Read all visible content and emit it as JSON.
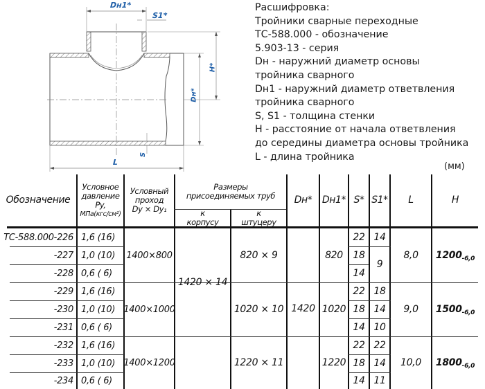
{
  "drawing": {
    "title": "Tee drawing (welded reducing tee)",
    "dimension_labels": {
      "branch_diameter": "Dн1*",
      "branch_wall": "S1*",
      "height": "H*",
      "main_diameter": "Dн*",
      "wall": "S",
      "length": "L"
    },
    "line_color": "#555555",
    "dimension_color": "#1f5fa8"
  },
  "legend": {
    "lines": [
      "Расшифровка:",
      "Тройники сварные переходные",
      "ТС-588.000 - обозначение",
      "5.903-13 - серия",
      "Dн - наружний диаметр основы",
      "тройника сварного",
      "Dн1 - наружний диаметр ответвления",
      "тройника сварного",
      "S, S1 - толщина стенки",
      "H - расстояние от начала ответвления",
      "до середины диаметра основы тройника",
      "L - длина тройника"
    ]
  },
  "units": "(мм)",
  "table": {
    "headers": {
      "designation": "Обозначение",
      "pressure_l1": "Условное",
      "pressure_l2": "давление",
      "pressure_l3": "Py,",
      "pressure_l4": "МПа(кгс/см²)",
      "passage_l1": "Условный",
      "passage_l2": "проход",
      "passage_l3": "Dy × Dy₁",
      "pipes_l1": "Размеры",
      "pipes_l2": "присоединяемых труб",
      "to_body_l1": "к",
      "to_body_l2": "корпусу",
      "to_fitting_l1": "к",
      "to_fitting_l2": "штуцеру",
      "dn": "Dн*",
      "dn1": "Dн1*",
      "s": "S*",
      "s1": "S1*",
      "l": "L",
      "h": "H"
    },
    "rows": [
      {
        "designation": "ТС-588.000-226",
        "pressure": "1,6 (16)",
        "s": "22",
        "s1": "14"
      },
      {
        "designation": "-227",
        "pressure": "1,0 (10)",
        "s": "18",
        "s1": "9"
      },
      {
        "designation": "-228",
        "pressure": "0,6 ( 6)",
        "s": "14",
        "s1": "9"
      },
      {
        "designation": "-229",
        "pressure": "1,6 (16)",
        "s": "22",
        "s1": "18"
      },
      {
        "designation": "-230",
        "pressure": "1,0 (10)",
        "s": "18",
        "s1": "14"
      },
      {
        "designation": "-231",
        "pressure": "0,6 ( 6)",
        "s": "14",
        "s1": "10"
      },
      {
        "designation": "-232",
        "pressure": "1,6 (16)",
        "s": "22",
        "s1": "22"
      },
      {
        "designation": "-233",
        "pressure": "1,0 (10)",
        "s": "18",
        "s1": "14"
      },
      {
        "designation": "-234",
        "pressure": "0,6 ( 6)",
        "s": "14",
        "s1": "11"
      }
    ],
    "groups": [
      {
        "passage": "1400×800",
        "to_fitting": "820 × 9",
        "dn1": "820",
        "l": "8,0",
        "h": "1200",
        "h_tol": "-6,0"
      },
      {
        "passage": "1400×1000",
        "to_fitting": "1020 × 10",
        "dn1": "1020",
        "l": "9,0",
        "h": "1500",
        "h_tol": "-6,0"
      },
      {
        "passage": "1400×1200",
        "to_fitting": "1220 × 11",
        "dn1": "1220",
        "l": "10,0",
        "h": "1800",
        "h_tol": "-6,0"
      }
    ],
    "merged": {
      "to_body": "1420 × 14",
      "dn": "1420"
    }
  }
}
